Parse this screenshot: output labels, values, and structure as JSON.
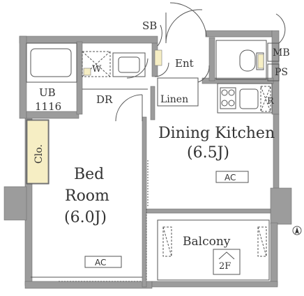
{
  "rooms": {
    "sb": "SB",
    "ent": "Ent",
    "mb": "MB",
    "ps": "PS",
    "ub": "UB",
    "ub_size": "1116",
    "dr": "DR",
    "linen": "Linen",
    "w": "W",
    "r": "R",
    "clo": "Clo.",
    "dining_line1": "Dining Kitchen",
    "dining_line2": "(6.5J)",
    "bed_line1": "Bed",
    "bed_line2": "Room",
    "bed_line3": "(6.0J)",
    "balcony": "Balcony",
    "floor": "2F"
  },
  "ac_labels": {
    "dining": "AC",
    "bed": "AC"
  },
  "compass": "N",
  "colors": {
    "wall": "#9c9c9c",
    "wall_dark": "#7a7a7a",
    "closet": "#f6eec4",
    "line": "#555555"
  }
}
